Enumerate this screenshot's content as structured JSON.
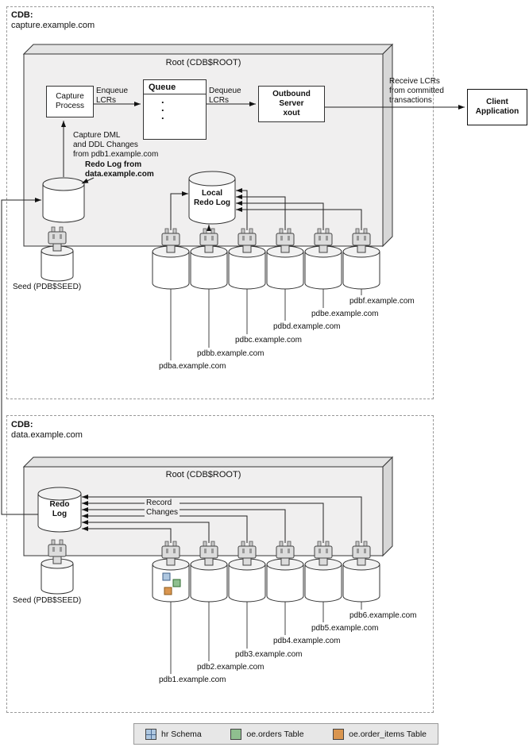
{
  "top": {
    "cdb_label": "CDB:",
    "cdb_name": "capture.example.com",
    "root_title": "Root (CDB$ROOT)",
    "capture_process": "Capture\nProcess",
    "enqueue": "Enqueue\nLCRs",
    "queue_title": "Queue",
    "queue_dots": ".\n.\n.",
    "dequeue": "Dequeue\nLCRs",
    "outbound": "Outbound\nServer\nxout",
    "receive": "Receive LCRs\nfrom committed\ntransactions",
    "client": "Client\nApplication",
    "capture_dml": "Capture DML\nand DDL Changes\nfrom pdb1.example.com",
    "redo_from": "Redo Log from\ndata.example.com",
    "local_redo": "Local\nRedo Log",
    "seed": "Seed (PDB$SEED)",
    "pdbs": [
      "pdba.example.com",
      "pdbb.example.com",
      "pdbc.example.com",
      "pdbd.example.com",
      "pdbe.example.com",
      "pdbf.example.com"
    ]
  },
  "bottom": {
    "cdb_label": "CDB:",
    "cdb_name": "data.example.com",
    "root_title": "Root (CDB$ROOT)",
    "redo_log": "Redo\nLog",
    "record_changes": "Record\nChanges",
    "seed": "Seed (PDB$SEED)",
    "pdbs": [
      "pdb1.example.com",
      "pdb2.example.com",
      "pdb3.example.com",
      "pdb4.example.com",
      "pdb5.example.com",
      "pdb6.example.com"
    ]
  },
  "legend": {
    "items": [
      {
        "label": "hr Schema",
        "color": "#aec7e0"
      },
      {
        "label": "oe.orders Table",
        "color": "#8fbf8f"
      },
      {
        "label": "oe.order_items Table",
        "color": "#d9954f"
      }
    ]
  }
}
